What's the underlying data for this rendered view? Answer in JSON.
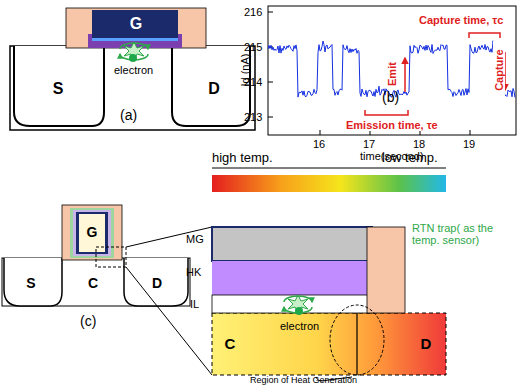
{
  "diagram": {
    "nodes": [
      {
        "text": [
          "S"
        ]
      },
      {
        "text": [
          "D"
        ]
      },
      {
        "text": [
          "G"
        ]
      },
      {
        "text": [
          "S"
        ]
      },
      {
        "text": [
          "C"
        ]
      },
      {
        "text": [
          "D"
        ]
      },
      {
        "text": [
          "G"
        ]
      },
      {
        "text": [
          "C"
        ]
      },
      {
        "text": [
          "D"
        ]
      }
    ],
    "labels": [
      "electron",
      "(a)",
      "216",
      "215",
      "214",
      "213",
      "Id (nA)",
      "16",
      "17",
      "18",
      "19",
      "time(second)",
      "Capture time, τc",
      "Emit",
      "Capture",
      "Emission time, τe",
      "(b)",
      "high temp.",
      "low temp.",
      "MG",
      "HK",
      "IL",
      "RTN trap( as the temp. sensor)",
      "electron",
      "Region of Heat Generation",
      "(c)"
    ]
  }
}
